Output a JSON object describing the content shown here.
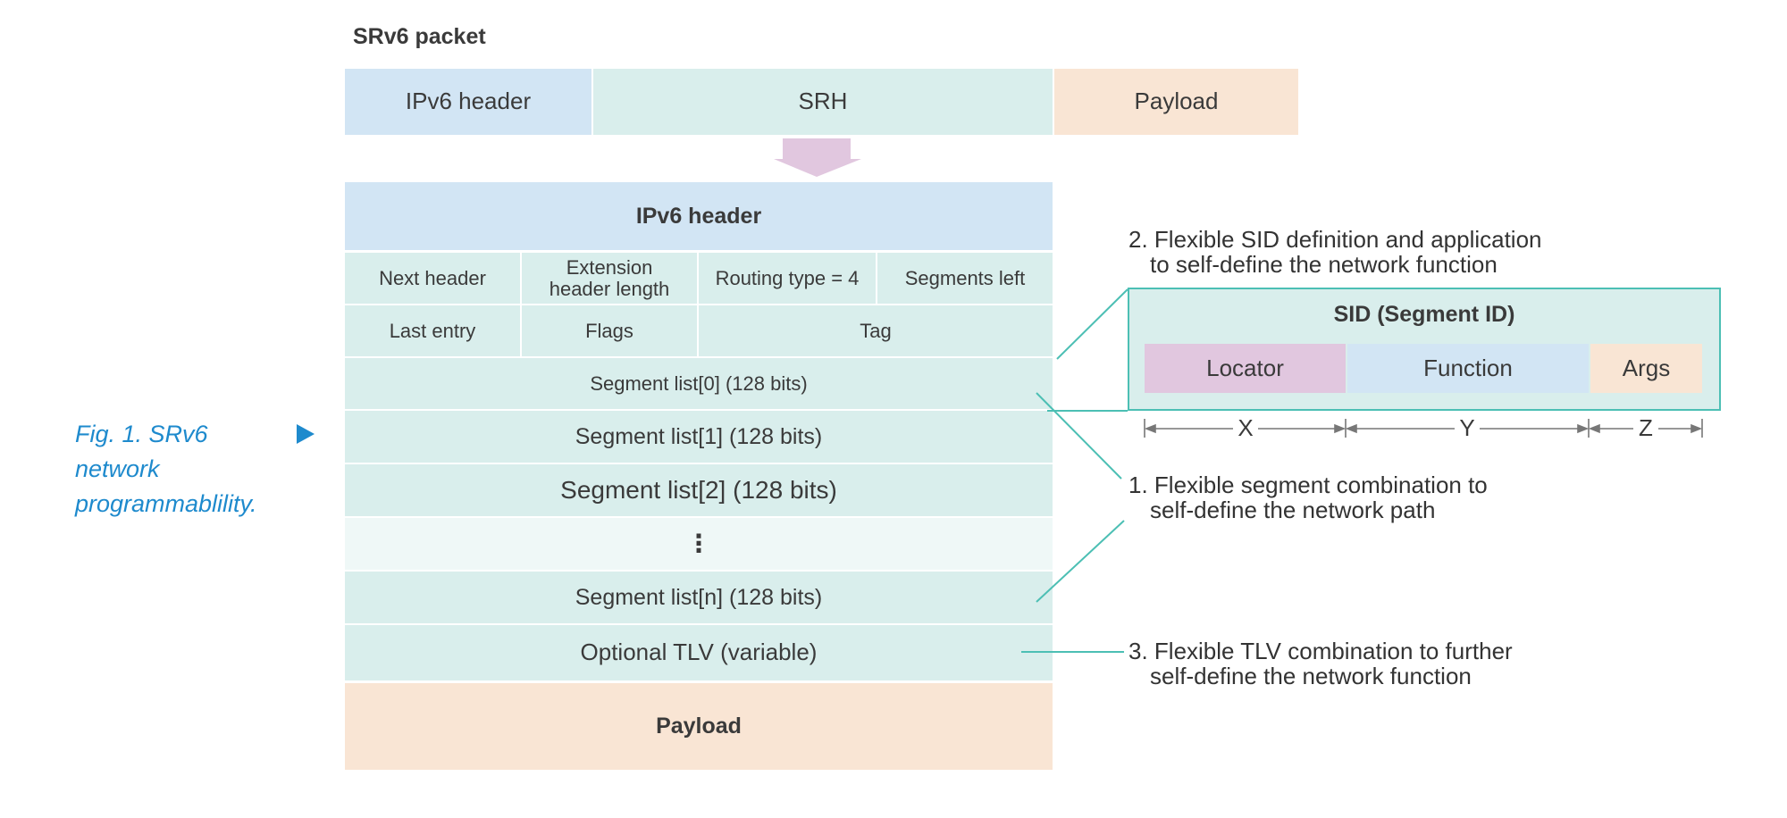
{
  "packet": {
    "title": "SRv6 packet",
    "segments": [
      "IPv6 header",
      "SRH",
      "Payload"
    ]
  },
  "detail": {
    "ipv6_header": "IPv6 header",
    "row1": [
      "Next header",
      "Extension header length",
      "Routing type = 4",
      "Segments left"
    ],
    "row2": [
      "Last entry",
      "Flags",
      "Tag"
    ],
    "segment_lists": [
      "Segment list[0] (128 bits)",
      "Segment list[1] (128 bits)",
      "Segment list[2] (128 bits)"
    ],
    "ellipsis": "⋮",
    "segment_list_n": "Segment list[n] (128 bits)",
    "optional_tlv": "Optional TLV  (variable)",
    "payload": "Payload"
  },
  "sid": {
    "title": "SID (Segment ID)",
    "parts": [
      "Locator",
      "Function",
      "Args"
    ],
    "dimensions": [
      "X",
      "Y",
      "Z"
    ]
  },
  "notes": {
    "note1_line1": "1. Flexible segment combination to",
    "note1_line2": "self-define the network path",
    "note2_line1": "2. Flexible SID definition and application",
    "note2_line2": "to self-define the network function",
    "note3_line1": "3. Flexible TLV combination to further",
    "note3_line2": "self-define the network function"
  },
  "caption": {
    "line1": "Fig. 1. SRv6 network",
    "line2": "programmablility."
  },
  "colors": {
    "ipv6": "#d2e5f4",
    "srh": "#d9eeec",
    "payload": "#f9e5d4",
    "locator": "#e1c7df",
    "arrow": "#e1c7df",
    "connector": "#4cbfb4",
    "caption": "#1e8acd"
  }
}
